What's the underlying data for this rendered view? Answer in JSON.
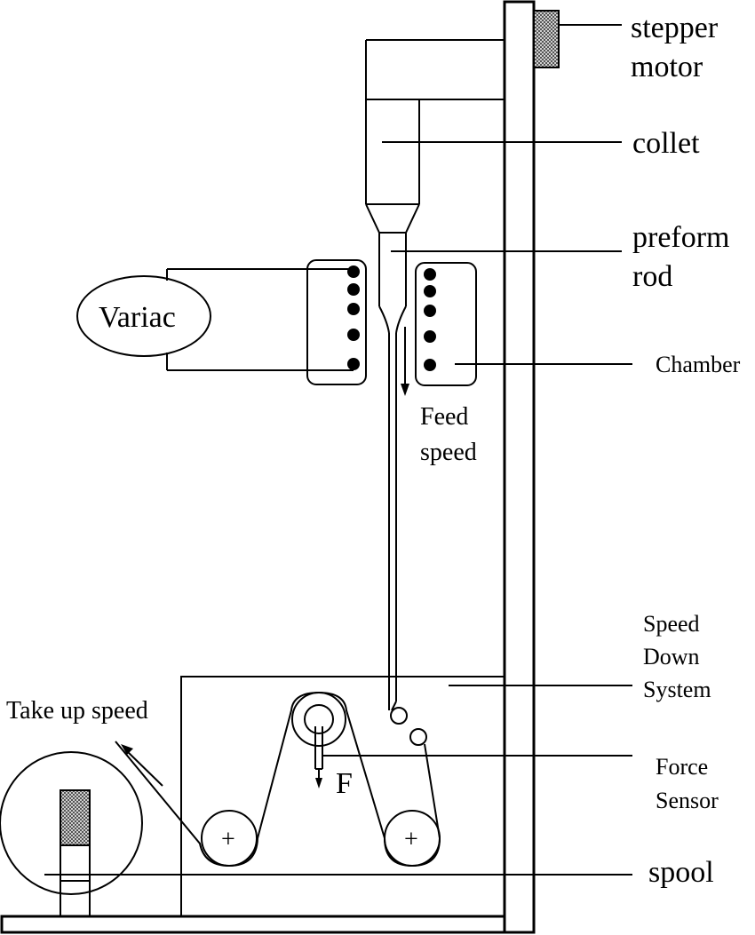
{
  "labels": {
    "stepper_motor_1": "stepper",
    "stepper_motor_2": "motor",
    "collet": "collet",
    "preform_1": "preform",
    "preform_2": "rod",
    "variac": "Variac",
    "chamber": "Chamber",
    "feed_1": "Feed",
    "feed_2": "speed",
    "speed_down_1": "Speed",
    "speed_down_2": "Down",
    "speed_down_3": "System",
    "take_up": "Take up speed",
    "force_1": "Force",
    "force_2": "Sensor",
    "force_symbol": "F",
    "spool": "spool",
    "plus": "+"
  },
  "colors": {
    "ink": "#000000",
    "motor_fill": "#8a8a8a",
    "background": "#ffffff"
  }
}
